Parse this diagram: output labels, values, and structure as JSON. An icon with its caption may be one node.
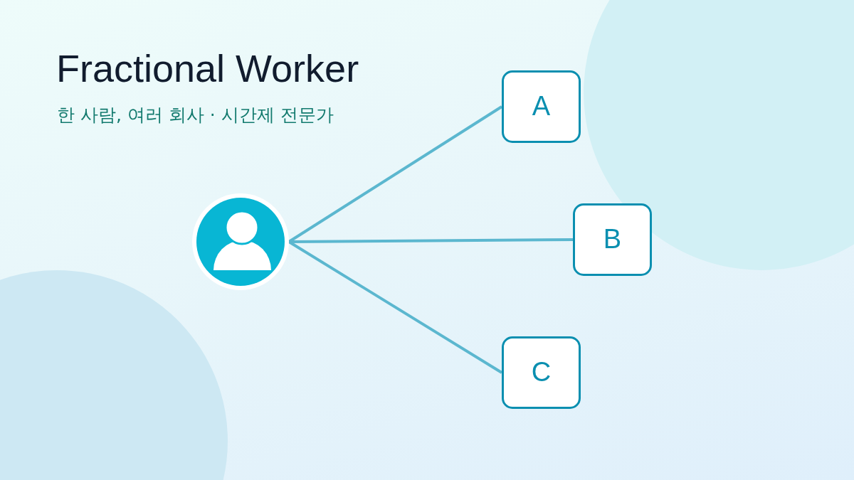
{
  "diagram": {
    "title": "Fractional Worker",
    "nodes": [
      {
        "text": [],
        "shape": "person"
      },
      {
        "text": [
          "A"
        ]
      },
      {
        "text": [
          "B"
        ]
      },
      {
        "text": [
          "C"
        ]
      }
    ],
    "edges": [
      {
        "from": 0,
        "to": 1,
        "arrow": "none"
      },
      {
        "from": 0,
        "to": 2,
        "arrow": "none"
      },
      {
        "from": 0,
        "to": 3,
        "arrow": "none"
      }
    ],
    "labels": [
      "한 사람, 여러 회사 · 시간제 전문가"
    ]
  }
}
